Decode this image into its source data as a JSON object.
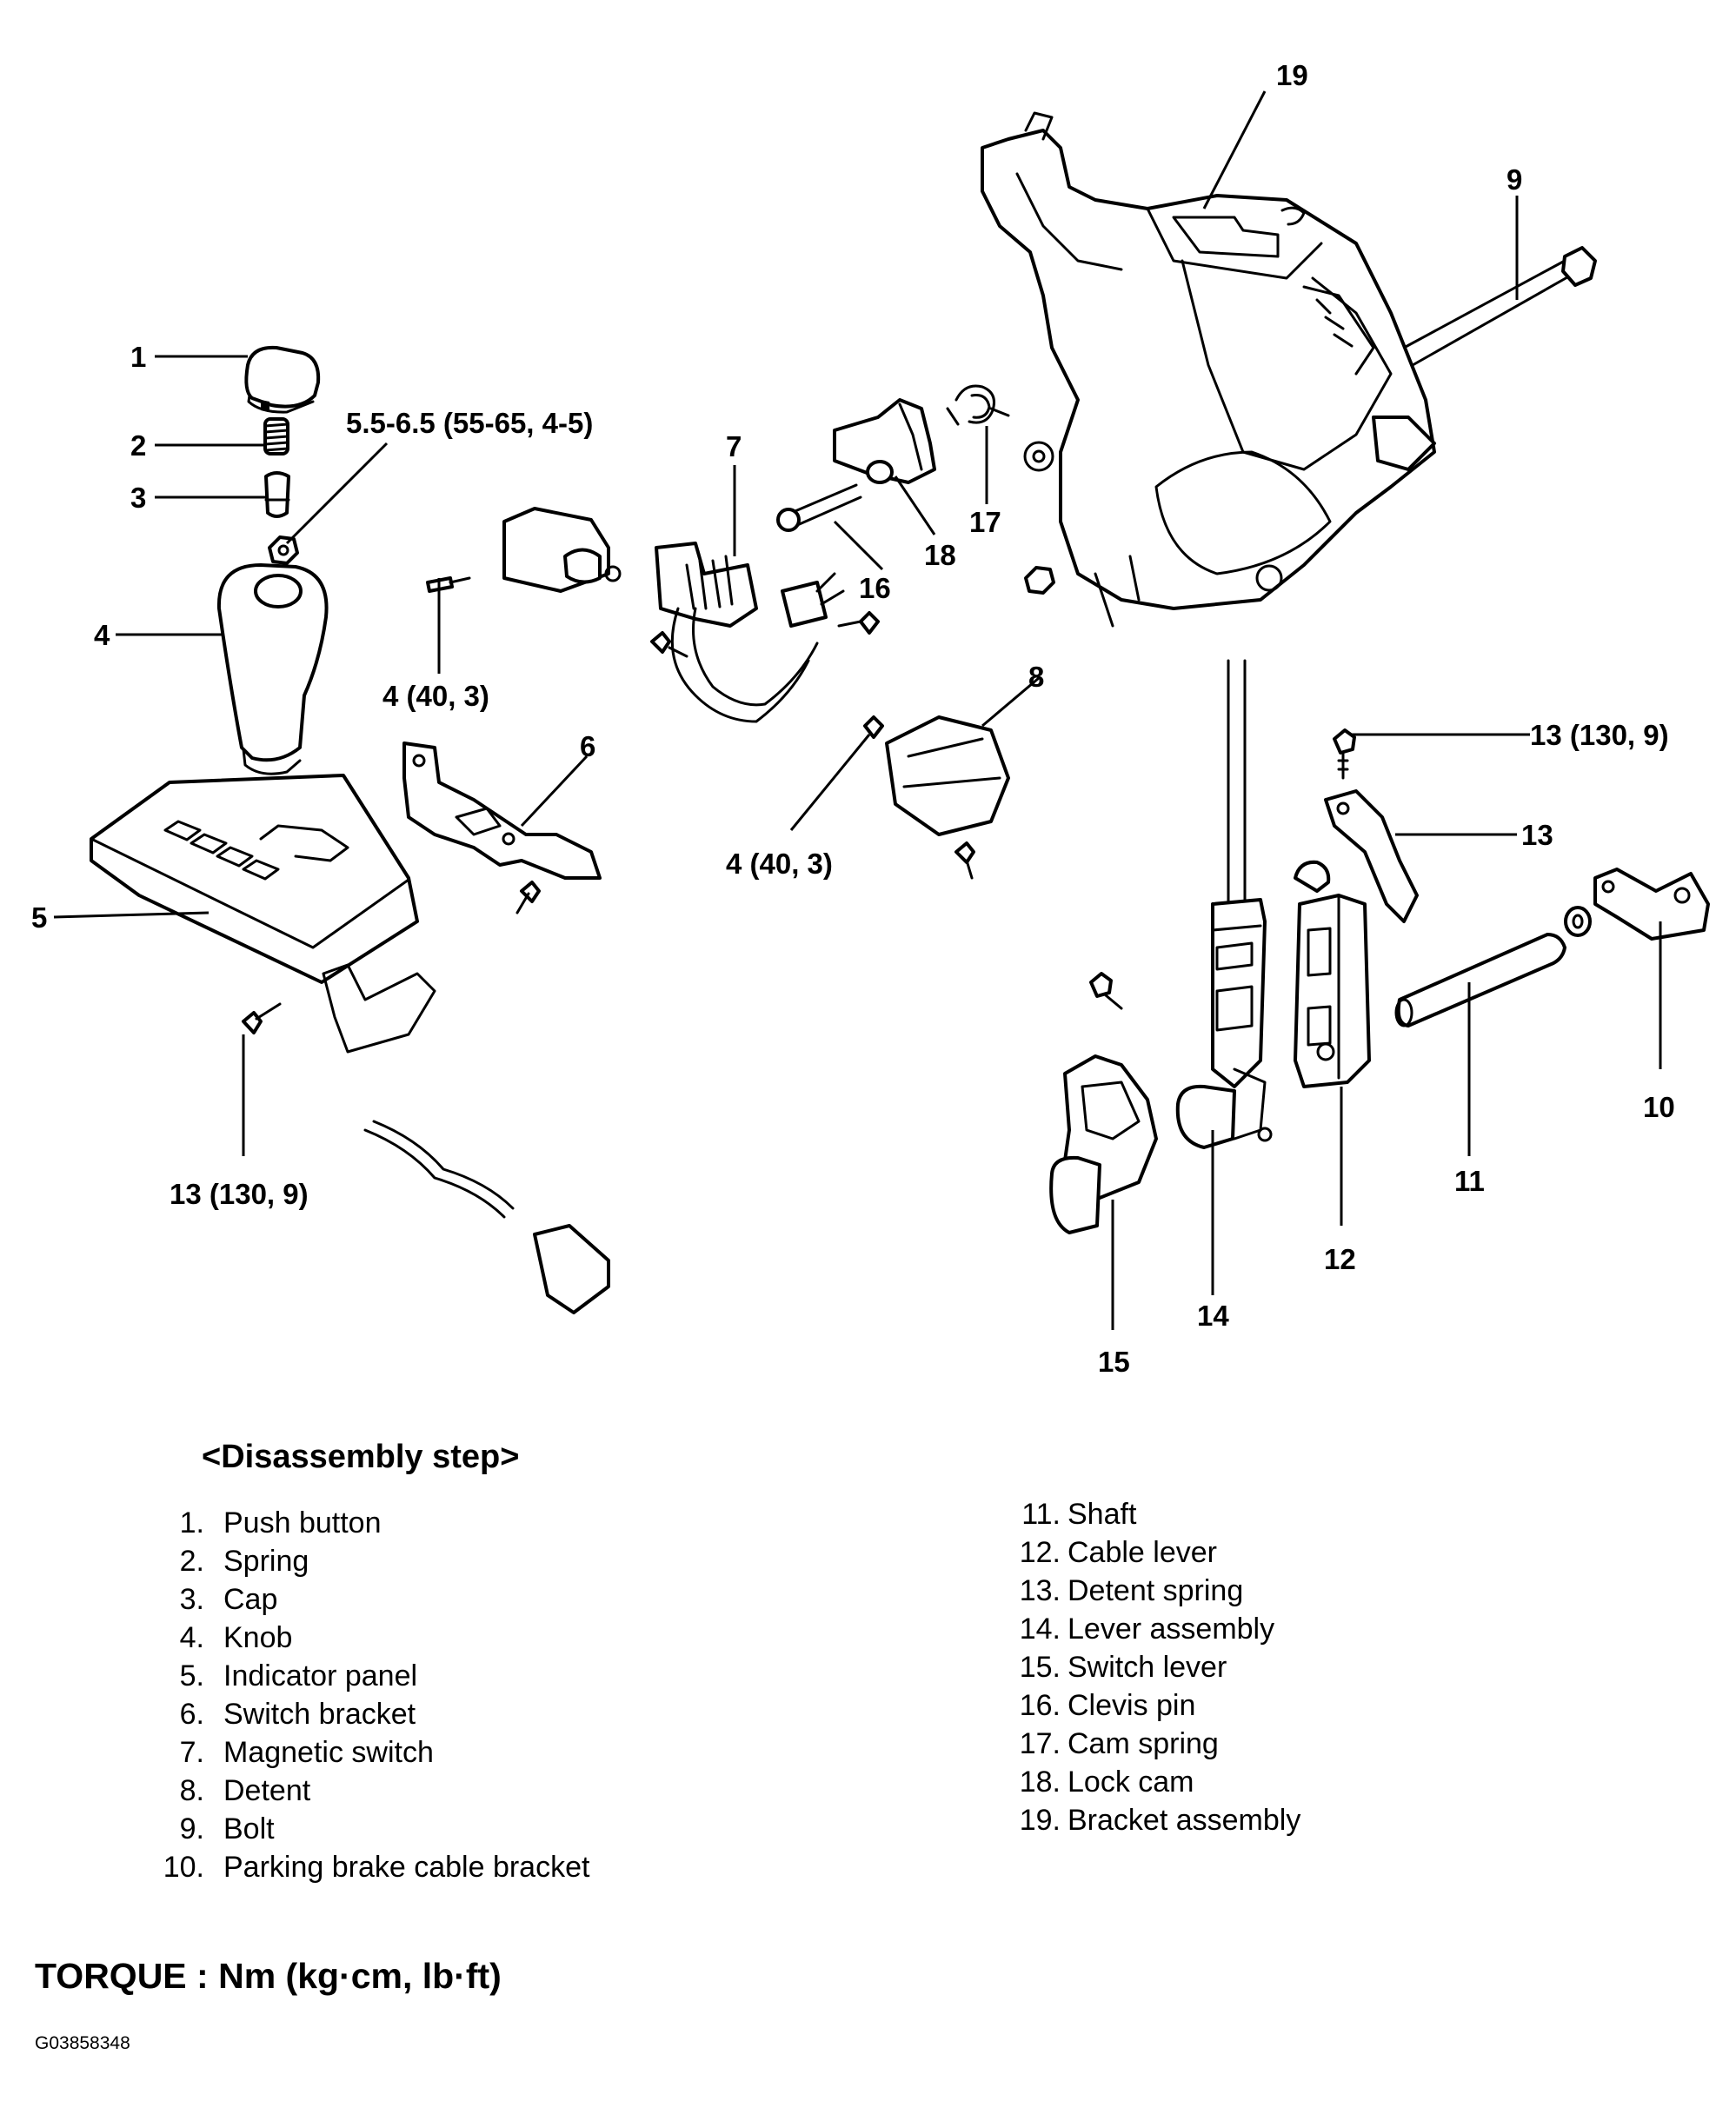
{
  "callouts": {
    "c1": "1",
    "c2": "2",
    "c3": "3",
    "c4": "4",
    "c5": "5",
    "c6": "6",
    "c7": "7",
    "c8": "8",
    "c9": "9",
    "c10": "10",
    "c11": "11",
    "c12": "12",
    "c13a": "13",
    "c13b": "13 (130, 9)",
    "c13c": "13 (130, 9)",
    "c14": "14",
    "c15": "15",
    "c16": "16",
    "c17": "17",
    "c18": "18",
    "c19": "19",
    "torque_nut": "5.5-6.5 (55-65, 4-5)",
    "torque_4a": "4 (40, 3)",
    "torque_4b": "4 (40, 3)"
  },
  "disassembly": {
    "title": "<Disassembly step>",
    "left": [
      {
        "num": "1.",
        "label": "Push button"
      },
      {
        "num": "2.",
        "label": "Spring"
      },
      {
        "num": "3.",
        "label": "Cap"
      },
      {
        "num": "4.",
        "label": "Knob"
      },
      {
        "num": "5.",
        "label": "Indicator panel"
      },
      {
        "num": "6.",
        "label": "Switch bracket"
      },
      {
        "num": "7.",
        "label": "Magnetic switch"
      },
      {
        "num": "8.",
        "label": "Detent"
      },
      {
        "num": "9.",
        "label": "Bolt"
      },
      {
        "num": "10.",
        "label": "Parking brake cable bracket"
      }
    ],
    "right": [
      {
        "num": "11.",
        "label": "Shaft"
      },
      {
        "num": "12.",
        "label": "Cable lever"
      },
      {
        "num": "13.",
        "label": "Detent spring"
      },
      {
        "num": "14.",
        "label": "Lever assembly"
      },
      {
        "num": "15.",
        "label": "Switch lever"
      },
      {
        "num": "16.",
        "label": "Clevis pin"
      },
      {
        "num": "17.",
        "label": "Cam spring"
      },
      {
        "num": "18.",
        "label": "Lock cam"
      },
      {
        "num": "19.",
        "label": "Bracket assembly"
      }
    ]
  },
  "torque_label": "TORQUE : Nm (kg·cm, lb·ft)",
  "figure_code": "G03858348"
}
